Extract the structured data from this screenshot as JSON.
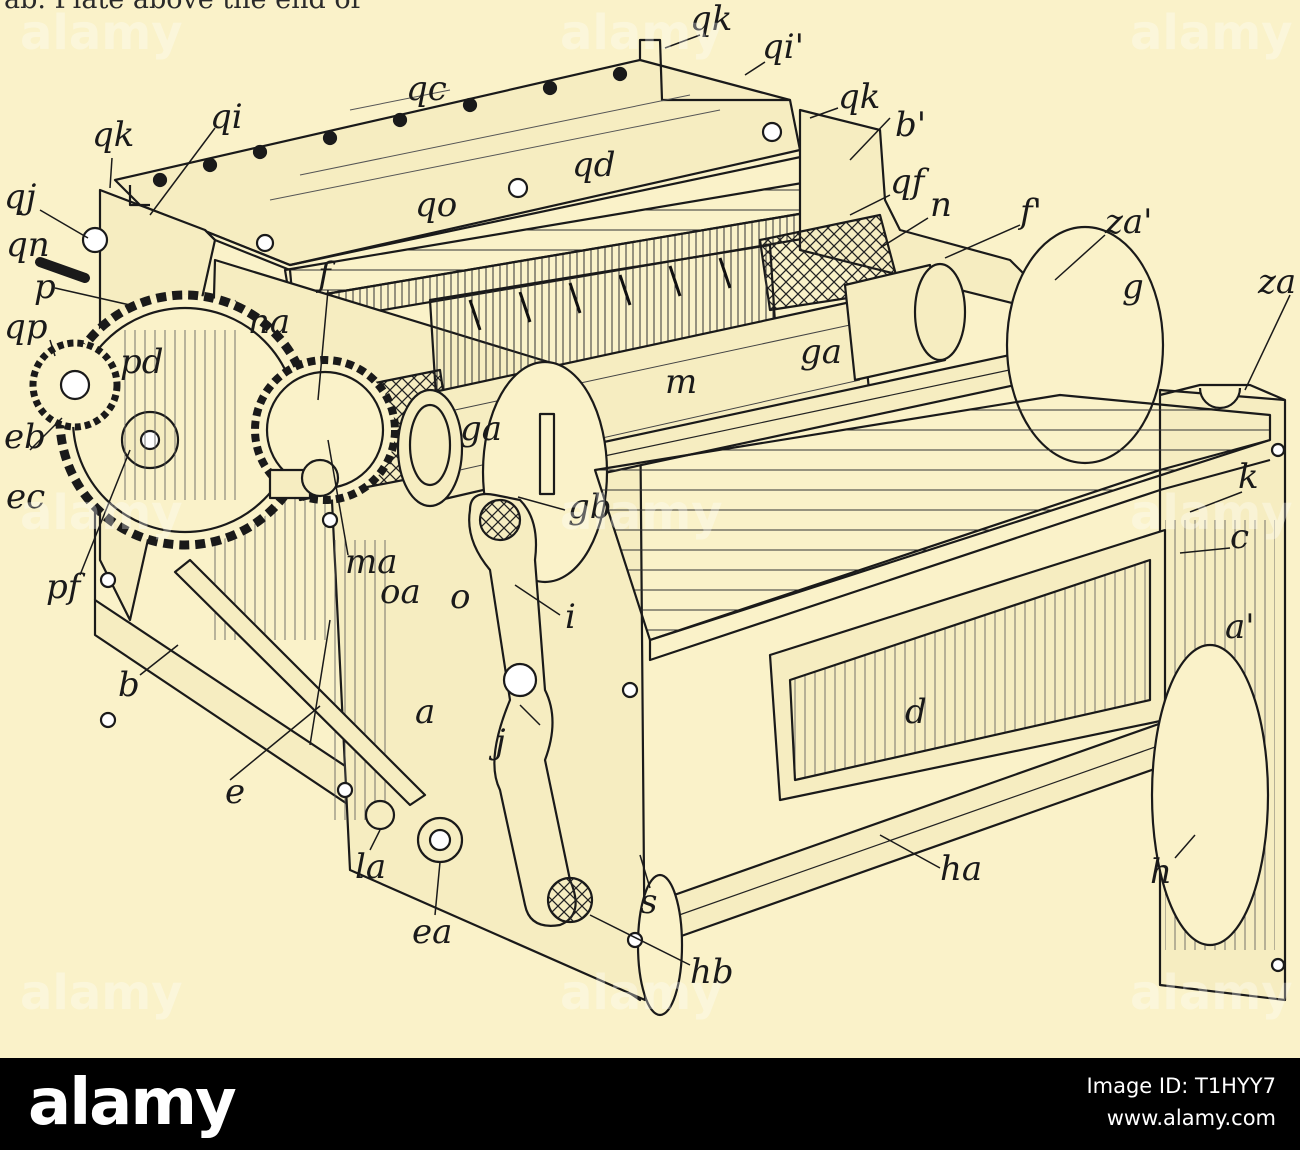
{
  "caption": "ab.  Plate above the end of",
  "labels": [
    {
      "id": "qk-top",
      "text": "qk"
    },
    {
      "id": "qi-prime",
      "text": "qi'"
    },
    {
      "id": "qk-right",
      "text": "qk"
    },
    {
      "id": "qc",
      "text": "qc"
    },
    {
      "id": "b-prime",
      "text": "b'"
    },
    {
      "id": "qk-left",
      "text": "qk"
    },
    {
      "id": "qi",
      "text": "qi"
    },
    {
      "id": "qd",
      "text": "qd"
    },
    {
      "id": "qf",
      "text": "qf"
    },
    {
      "id": "qj",
      "text": "qj"
    },
    {
      "id": "n",
      "text": "n"
    },
    {
      "id": "qo",
      "text": "qo"
    },
    {
      "id": "f-prime",
      "text": "f'"
    },
    {
      "id": "za-prime",
      "text": "za'"
    },
    {
      "id": "qn",
      "text": "qn"
    },
    {
      "id": "f",
      "text": "f"
    },
    {
      "id": "g",
      "text": "g"
    },
    {
      "id": "p",
      "text": "p"
    },
    {
      "id": "na",
      "text": "na"
    },
    {
      "id": "za",
      "text": "za"
    },
    {
      "id": "qp",
      "text": "qp"
    },
    {
      "id": "pd",
      "text": "pd"
    },
    {
      "id": "ga-top",
      "text": "ga"
    },
    {
      "id": "m",
      "text": "m"
    },
    {
      "id": "ga-left",
      "text": "ga"
    },
    {
      "id": "eb",
      "text": "eb"
    },
    {
      "id": "ec",
      "text": "ec"
    },
    {
      "id": "k",
      "text": "k"
    },
    {
      "id": "gb",
      "text": "gb"
    },
    {
      "id": "c",
      "text": "c"
    },
    {
      "id": "pf",
      "text": "pf"
    },
    {
      "id": "ma",
      "text": "ma"
    },
    {
      "id": "oa",
      "text": "oa"
    },
    {
      "id": "o",
      "text": "o"
    },
    {
      "id": "i",
      "text": "i"
    },
    {
      "id": "a-prime",
      "text": "a'"
    },
    {
      "id": "b",
      "text": "b"
    },
    {
      "id": "a",
      "text": "a"
    },
    {
      "id": "d",
      "text": "d"
    },
    {
      "id": "j",
      "text": "j"
    },
    {
      "id": "e",
      "text": "e"
    },
    {
      "id": "la",
      "text": "la"
    },
    {
      "id": "ha",
      "text": "ha"
    },
    {
      "id": "h",
      "text": "h"
    },
    {
      "id": "s",
      "text": "s"
    },
    {
      "id": "ea",
      "text": "ea"
    },
    {
      "id": "hb",
      "text": "hb"
    }
  ],
  "watermark": "alamy",
  "footer": {
    "logo": "alamy",
    "image_id": "Image ID: T1HYY7",
    "url": "www.alamy.com"
  },
  "colors": {
    "paper": "#faf2c9",
    "ink": "#1a1a1a",
    "footer": "#000000"
  }
}
